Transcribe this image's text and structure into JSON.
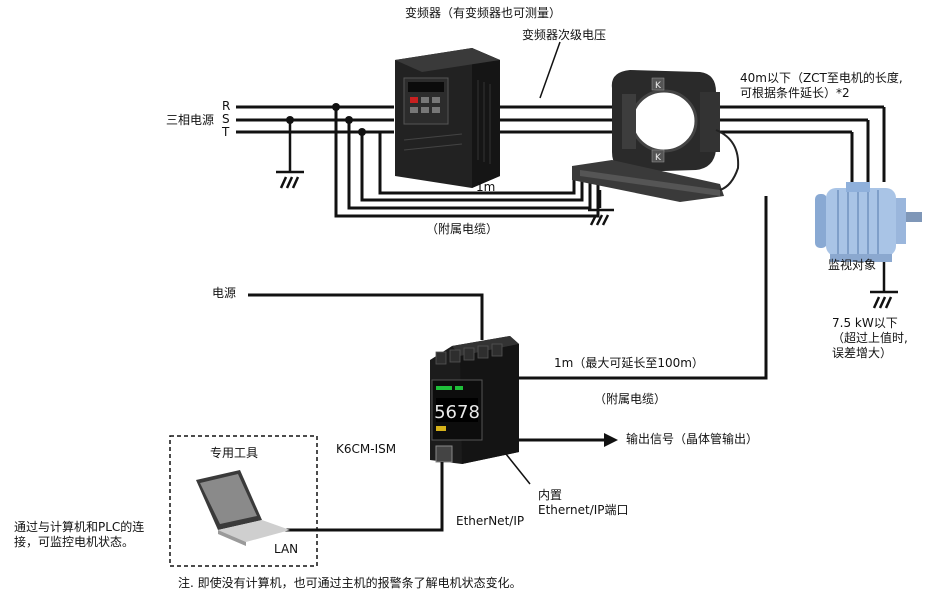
{
  "labels": {
    "inverter_title": "变频器（有变频器也可测量）",
    "inverter_secondary_voltage": "变频器次级电压",
    "phase_r": "R",
    "phase_s": "S",
    "phase_t": "T",
    "three_phase_power": "三相电源",
    "cable_limit": "40m以下（ZCT至电机的长度,\n可根据条件延长）*2",
    "length_1m": "1m",
    "attached_cable_1": "（附属电缆）",
    "monitored_object": "监视对象",
    "power_supply": "电源",
    "motor_rating": "7.5 kW以下\n（超过上值时,\n误差增大）",
    "length_extendable": "1m（最大可延长至100m）",
    "attached_cable_2": "（附属电缆）",
    "device_model": "K6CM-ISM",
    "output_signal": "输出信号（晶体管输出）",
    "dedicated_tool": "专用工具",
    "builtin_port": "内置\nEthernet/IP端口",
    "ethernet_ip": "EtherNet/IP",
    "lan": "LAN",
    "pc_monitoring": "通过与计算机和PLC的连\n接，可监控电机状态。",
    "footnote": "注. 即使没有计算机，也可通过主机的报警条了解电机状态变化。"
  },
  "device_display": "5678",
  "zct_marks": [
    "K",
    "K"
  ],
  "colors": {
    "line": "#111111",
    "device_body": "#1c1c1c",
    "motor_blue": "#a9c4e6",
    "led_green": "#1fbf3a"
  }
}
